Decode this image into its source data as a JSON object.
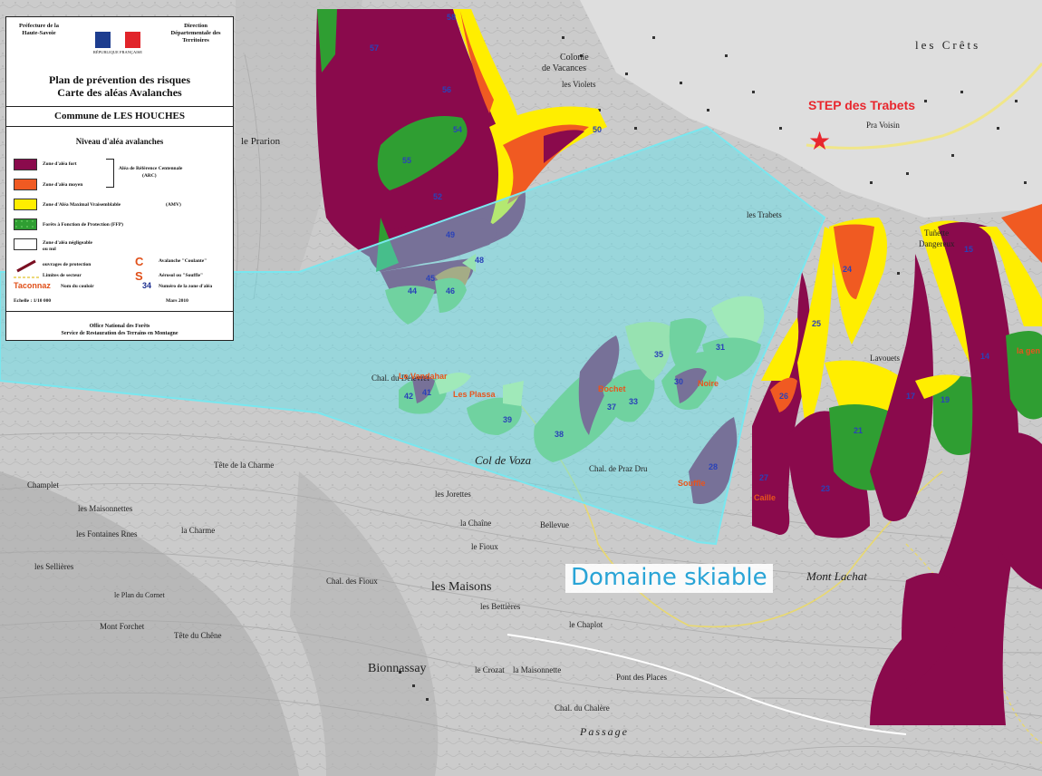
{
  "legend": {
    "header_left": "Préfecture de la Haute-Savoie",
    "header_right": "Direction Départementale des Territoires",
    "republic": "RÉPUBLIQUE FRANÇAISE",
    "title_line1": "Plan de prévention des risques",
    "title_line2": "Carte des aléas Avalanches",
    "commune": "Commune de LES HOUCHES",
    "legend_title": "Niveau d'aléa avalanches",
    "items": {
      "fort": "Zone d'aléa fort",
      "moyen": "Zone d'aléa moyen",
      "amv": "Zone d'Aléa Maximal Vraisemblable",
      "ffp": "Forêts à Fonction de Protection (FFP)",
      "negligeable": "Zone d'aléa négligeable ou nul",
      "ouvrages": "ouvrages de protection",
      "limites": "Limites de secteur",
      "couloir": "Nom du couloir",
      "numero": "Numéro de la zone d'aléa"
    },
    "arc_label": "Aléa de Référence Centennale",
    "arc_abbr": "(ARC)",
    "amv_abbr": "(AMV)",
    "c_letter": "C",
    "c_label": "Avalanche \"Coulante\"",
    "s_letter": "S",
    "s_label": "Aérosol ou \"Souffle\"",
    "taconnaz": "Taconnaz",
    "num_example": "34",
    "scale": "Echelle : 1/10 000",
    "date": "Mars 2010",
    "footer_line1": "Office National des Forêts",
    "footer_line2": "Service de Restauration des Terrains en Montagne",
    "colors": {
      "fort": "#8a0a4c",
      "moyen": "#f05a22",
      "amv": "#ffee00",
      "ffp": "#2f9e32"
    }
  },
  "annotations": {
    "ski_area": "Domaine skiable",
    "step": "STEP des Trabets"
  },
  "places": {
    "colonie": "Colonie",
    "vacances": "de Vacances",
    "violets": "les Violets",
    "prarion": "le Prarion",
    "pra_voisin": "Pra Voisin",
    "trabets": "les Trabets",
    "tunettes": "Tuñette",
    "dangereux": "Dangereux",
    "lavouets": "Lavouets",
    "tete_charme": "Tête de la Charme",
    "champlet": "Champlet",
    "maisonnettes": "les Maisonnettes",
    "fontaines": "les Fontaines Rnes",
    "charme": "la Charme",
    "jorettes": "les Jorettes",
    "chaine": "la Chaîne",
    "seillieres": "les Sellières",
    "maisons": "les Maisons",
    "fioux": "le Fioux",
    "chal_fioux": "Chal. des Fioux",
    "plan_cornet": "le Plan du Cornet",
    "tete_chera": "Tête du Chêne",
    "bettieres": "les Bettières",
    "chaplot": "le Chaplot",
    "crozat": "le Crozat",
    "maisonnette": "la Maisonnette",
    "bionnassay": "Bionnassay",
    "pont_places": "Pont des Places",
    "chal_chalere": "Chal. du Chalère",
    "passage": "Passage",
    "mont_lachat": "Mont Lachat",
    "col_voza": "Col de Voza",
    "chal_praz": "Chal. de Praz Dru",
    "bellevue": "Bellevue",
    "mont_forchet": "Mont Forchet",
    "chal_delevret": "Chal. du Délevret",
    "les_crets": "les Crêts"
  },
  "corridor_labels": {
    "plassa": "Les Plassa",
    "vandaban": "Le Vandahar",
    "bochet": "Bochet",
    "noire": "Noire",
    "souffle": "Souffle",
    "gen": "la gen",
    "caille": "Caille"
  },
  "zones": {
    "z58": "58",
    "z57": "57",
    "z56": "56",
    "z55": "55",
    "z54": "54",
    "z50": "50",
    "z52": "52",
    "z49": "49",
    "z48": "48",
    "z46": "46",
    "z44": "44",
    "z45": "45",
    "z42": "42",
    "z41": "41",
    "z39": "39",
    "z38": "38",
    "z37": "37",
    "z33": "33",
    "z35": "35",
    "z31": "31",
    "z30": "30",
    "z28": "28",
    "z27": "27",
    "z26": "26",
    "z25": "25",
    "z24": "24",
    "z23": "23",
    "z21": "21",
    "z17": "17",
    "z19": "19",
    "z15": "15",
    "z14": "14"
  }
}
